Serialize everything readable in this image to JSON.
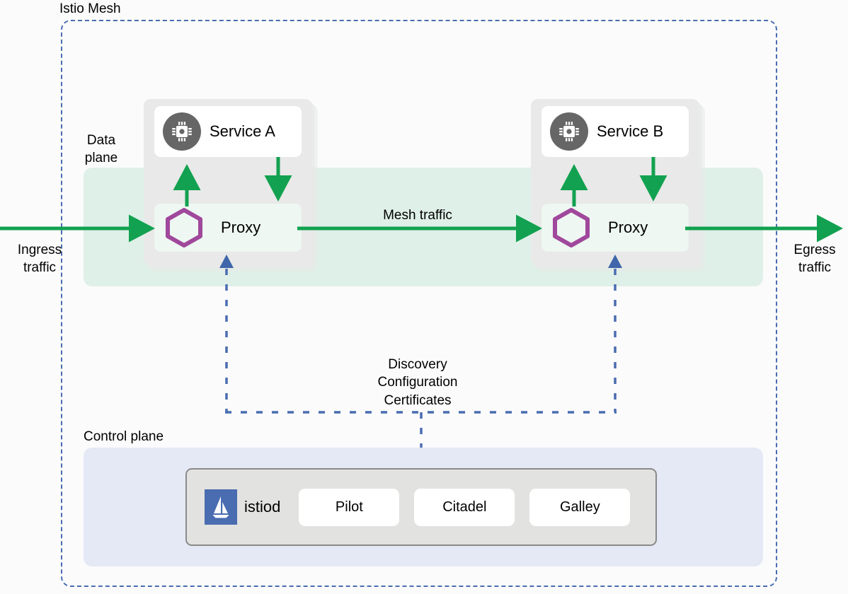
{
  "diagram": {
    "title": "Istio Mesh",
    "planes": {
      "data_plane_label": "Data\nplane",
      "control_plane_label": "Control plane"
    },
    "traffic": {
      "ingress_label": "Ingress\ntraffic",
      "mesh_label": "Mesh traffic",
      "egress_label": "Egress\ntraffic"
    },
    "pods": [
      {
        "service_name": "Service A",
        "service_icon": "cpu-chip-icon",
        "proxy_name": "Proxy",
        "proxy_icon": "hexagon-icon"
      },
      {
        "service_name": "Service B",
        "service_icon": "cpu-chip-icon",
        "proxy_name": "Proxy",
        "proxy_icon": "hexagon-icon"
      }
    ],
    "control_channel_label": "Discovery\nConfiguration\nCertificates",
    "control_plane": {
      "brand_name": "istiod",
      "brand_icon": "istio-sail-logo",
      "components": [
        {
          "label": "Pilot"
        },
        {
          "label": "Citadel"
        },
        {
          "label": "Galley"
        }
      ]
    },
    "colors": {
      "mesh_border": "#4a6cb0",
      "data_plane_band": "#dff0e9",
      "control_plane_band": "#e5e9f5",
      "traffic_arrow": "#12a150",
      "proxy_hexagon": "#a0489b",
      "service_icon_circle": "#666666",
      "pod_background": "#e8e9e8",
      "istiod_panel": "#e2e2e0",
      "istio_logo_blue": "#4a6cb0"
    }
  }
}
